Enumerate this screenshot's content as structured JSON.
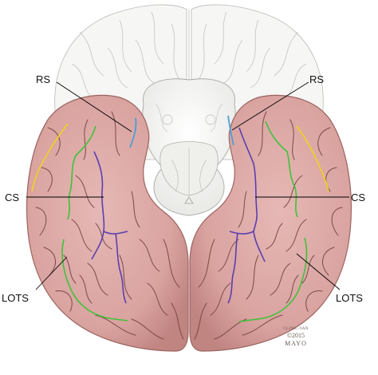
{
  "labels": {
    "rs_left": "RS",
    "rs_right": "RS",
    "cs_left": "CS",
    "cs_right": "CS",
    "lots_left": "LOTS",
    "lots_right": "LOTS"
  },
  "credit": {
    "line1": "CLINIC-VAN",
    "line2": "©2015",
    "line3": "MAYO"
  },
  "colors": {
    "cortex_fill": "#d9a3a0",
    "cortex_shadow": "#b77b78",
    "sulcus_line": "#7a4a48",
    "background_brain": "#f4f4f2",
    "rectus_sulcus": "#4a9fd8",
    "olfactory_sulcus_cs": "#5a3fb0",
    "lateral_orbitotemporal_sulcus": "#3fc23a",
    "orbital_sulcus_yellow": "#f2d21a",
    "leader_line": "#000000"
  }
}
